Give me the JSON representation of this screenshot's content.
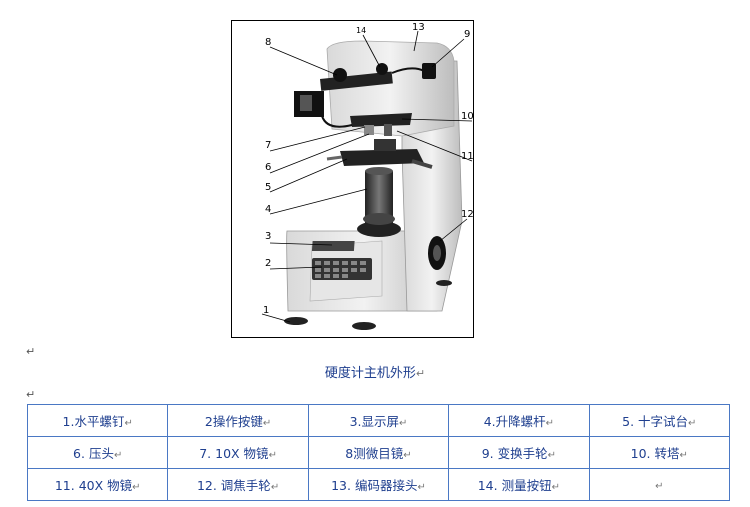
{
  "figure": {
    "callouts": [
      "1",
      "2",
      "3",
      "4",
      "5",
      "6",
      "7",
      "8",
      "9",
      "10",
      "11",
      "12",
      "13",
      "14"
    ]
  },
  "caption": "硬度计主机外形",
  "para_mark": "↵",
  "cell_mark": "↵",
  "parts_table": [
    [
      "1.水平螺钉",
      "2操作按键",
      "3.显示屏",
      "4.升降螺杆",
      "5. 十字试台"
    ],
    [
      "6. 压头",
      "7. 10X 物镜",
      "8测微目镜",
      "9. 变换手轮",
      "10. 转塔"
    ],
    [
      "11. 40X 物镜",
      "12. 调焦手轮",
      "13. 编码器接头",
      "14. 测量按钮",
      ""
    ]
  ]
}
